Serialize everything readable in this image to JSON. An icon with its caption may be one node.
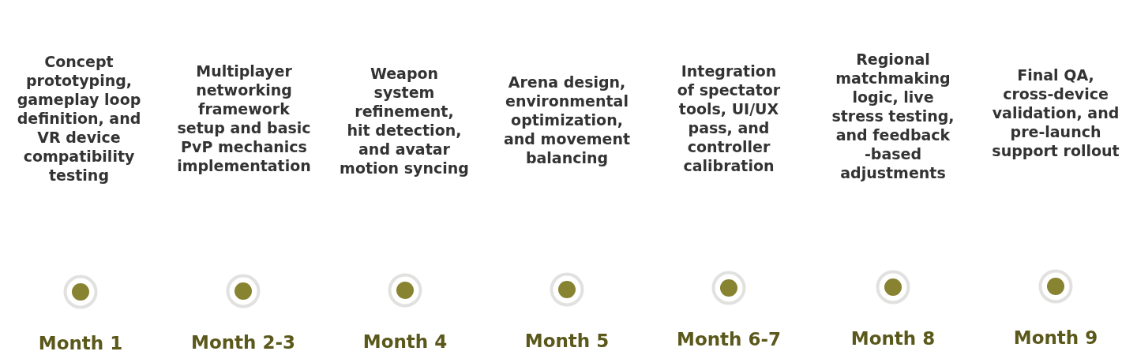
{
  "diagram": {
    "nodes": [
      {
        "text": [],
        "shape": "circle",
        "beside": [
          "Month 1"
        ]
      },
      {
        "text": [],
        "shape": "circle",
        "beside": [
          "Month 2-3"
        ]
      },
      {
        "text": [],
        "shape": "circle",
        "beside": [
          "Month 4"
        ]
      },
      {
        "text": [],
        "shape": "circle",
        "beside": [
          "Month 5"
        ]
      },
      {
        "text": [],
        "shape": "circle",
        "beside": [
          "Month 6-7"
        ]
      },
      {
        "text": [],
        "shape": "circle",
        "beside": [
          "Month 8"
        ]
      },
      {
        "text": [],
        "shape": "circle",
        "beside": [
          "Month 9"
        ]
      }
    ],
    "labels": [
      "Concept prototyping, gameplay loop definition, and VR device compatibility testing",
      "Multiplayer networking framework setup and basic PvP mechanics implementation",
      "Weapon system refinement, hit detection, and avatar motion syncing",
      "Arena design, environmental optimization, and movement balancing",
      "Integration of spectator tools, UI/UX pass, and controller calibration",
      "Regional matchmaking logic, live stress testing, and feedback -based adjustments",
      "Final QA, cross-device validation, and pre-launch support rollout"
    ]
  }
}
